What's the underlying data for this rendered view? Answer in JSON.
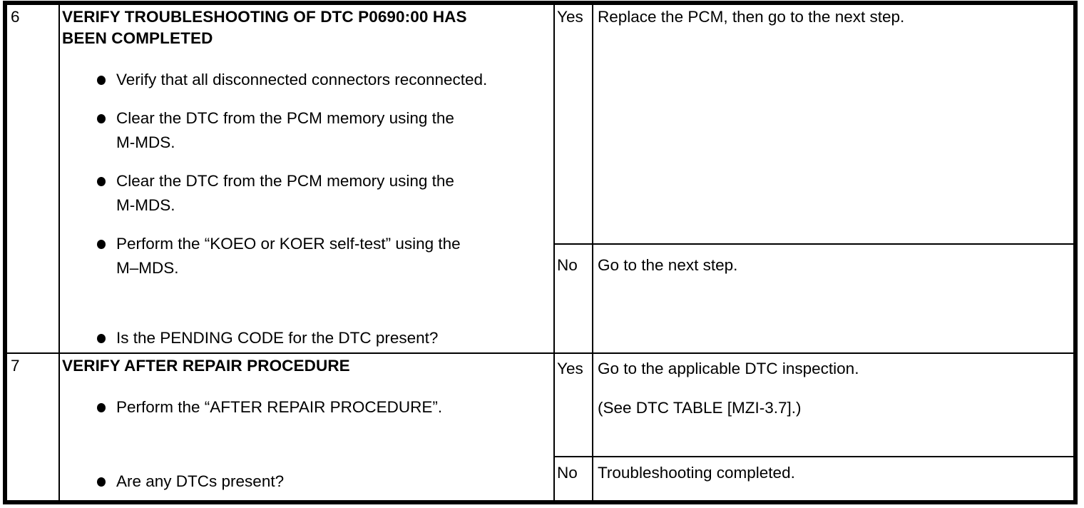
{
  "doc_type": "troubleshooting-table",
  "table": {
    "steps": [
      {
        "number": "6",
        "title_lines": [
          "VERIFY TROUBLESHOOTING OF DTC P0690:00 HAS",
          "BEEN COMPLETED"
        ],
        "bullets": [
          {
            "lines": [
              "Verify that all disconnected connectors reconnected."
            ]
          },
          {
            "lines": [
              "Clear the DTC from the PCM memory using the",
              "M-MDS."
            ]
          },
          {
            "lines": [
              "Clear the DTC from the PCM memory using the",
              "M-MDS."
            ]
          },
          {
            "lines": [
              "Perform the “KOEO or KOER self-test” using the",
              "M–MDS."
            ]
          },
          {
            "lines": [
              "Is the PENDING CODE for the DTC present?"
            ]
          }
        ],
        "yes_label": "Yes",
        "yes_action_lines": [
          "Replace the PCM, then go to the next step."
        ],
        "no_label": "No",
        "no_action_lines": [
          "Go to the next step."
        ]
      },
      {
        "number": "7",
        "title_lines": [
          "VERIFY AFTER REPAIR PROCEDURE"
        ],
        "bullets": [
          {
            "lines": [
              "Perform the “AFTER REPAIR PROCEDURE”."
            ]
          },
          {
            "lines": [
              "Are any DTCs present?"
            ]
          }
        ],
        "yes_label": "Yes",
        "yes_action_lines": [
          "Go to the applicable DTC inspection.",
          "(See DTC TABLE [MZI-3.7].)"
        ],
        "no_label": "No",
        "no_action_lines": [
          "Troubleshooting completed."
        ]
      }
    ],
    "colors": {
      "border": "#000000",
      "background": "#ffffff",
      "text": "#000000"
    }
  }
}
